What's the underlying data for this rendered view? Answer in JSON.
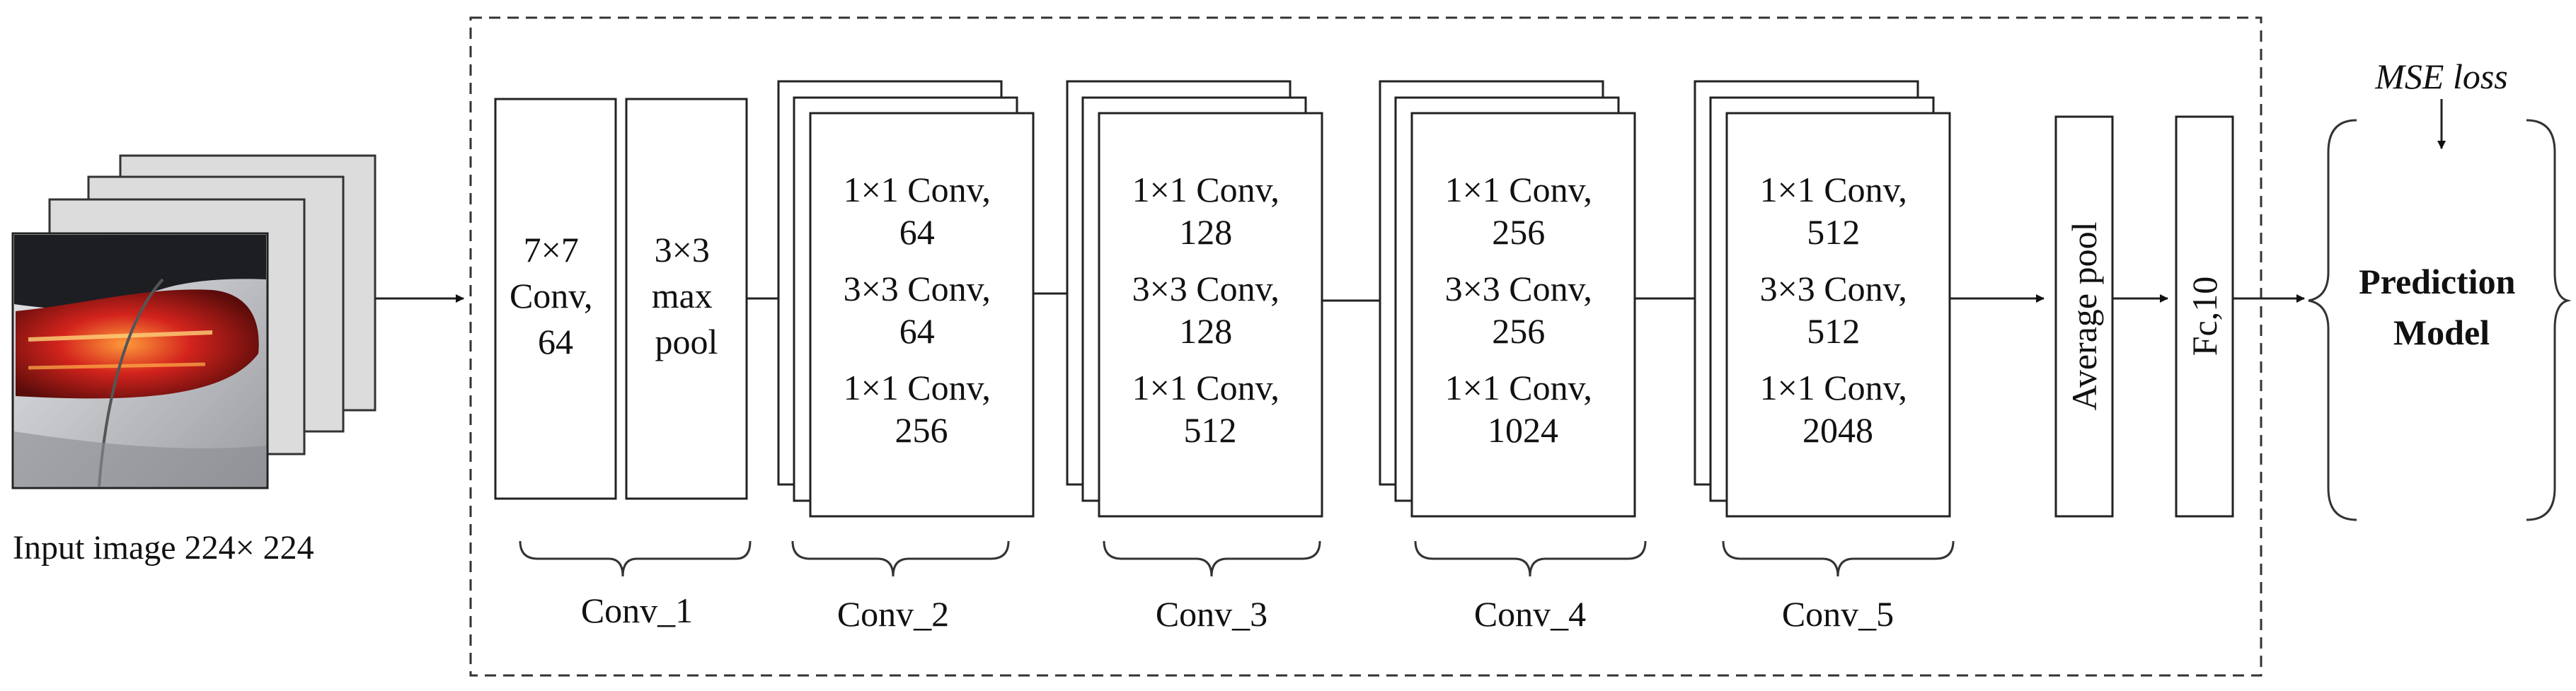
{
  "input": {
    "label": "Input image 224× 224"
  },
  "stages": {
    "conv1": {
      "box_a": [
        "7×7",
        "Conv,",
        "64"
      ],
      "box_b": [
        "3×3",
        "max",
        "pool"
      ],
      "label": "Conv_1"
    },
    "conv2": {
      "lines": [
        "1×1 Conv,",
        "64",
        "3×3 Conv,",
        "64",
        "1×1 Conv,",
        "256"
      ],
      "label": "Conv_2"
    },
    "conv3": {
      "lines": [
        "1×1 Conv,",
        "128",
        "3×3 Conv,",
        "128",
        "1×1 Conv,",
        "512"
      ],
      "label": "Conv_3"
    },
    "conv4": {
      "lines": [
        "1×1 Conv,",
        "256",
        "3×3 Conv,",
        "256",
        "1×1 Conv,",
        "1024"
      ],
      "label": "Conv_4"
    },
    "conv5": {
      "lines": [
        "1×1 Conv,",
        "512",
        "3×3 Conv,",
        "512",
        "1×1 Conv,",
        "2048"
      ],
      "label": "Conv_5"
    }
  },
  "avgpool": {
    "label": "Average pool"
  },
  "fc": {
    "label": "Fc,10"
  },
  "prediction": {
    "line1": "Prediction",
    "line2": "Model"
  },
  "loss": {
    "label": "MSE loss"
  }
}
